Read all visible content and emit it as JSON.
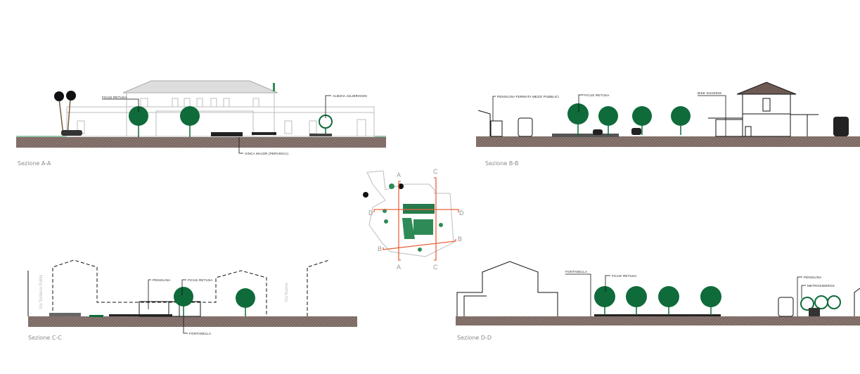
{
  "sections": {
    "aa": {
      "title": "Sezione A-A",
      "labels": {
        "ficus": "FICUS RETUSA",
        "albizia": "ALBIZIA JULIBRISSIN",
        "vinca": "VINCA MAJOR (PERVINCA)"
      }
    },
    "bb": {
      "title": "Sezione B-B",
      "labels": {
        "pensilina": "PENSILINA FERMATA MEZZI PUBBLICI",
        "ficus": "FICUS RETUSA",
        "bike": "BIKE SHARING"
      }
    },
    "cc": {
      "title": "Sezione C-C",
      "labels": {
        "pensilina": "PENSILINA",
        "ficus": "FICUS RETUSA",
        "fontanella": "FONTANELLA",
        "via_left": "Via Torbena Pollini",
        "via_right": "Via Nuova"
      }
    },
    "dd": {
      "title": "Sezione D-D",
      "labels": {
        "fontanella": "FONTANELLA",
        "ficus": "FICUS RETUSA",
        "pensilina": "PENSILINA",
        "metrosideros": "METROSIDEROS"
      }
    }
  },
  "plan": {
    "cuts": {
      "a_top": "A",
      "a_bottom": "A",
      "c_top": "C",
      "c_bottom": "C",
      "d_left": "D",
      "d_right": "D",
      "b_left": "B",
      "b_right": "B"
    }
  },
  "colors": {
    "tree": "#0f6b3a",
    "cut_line": "#e8643a",
    "ground": "#6d5a55"
  }
}
